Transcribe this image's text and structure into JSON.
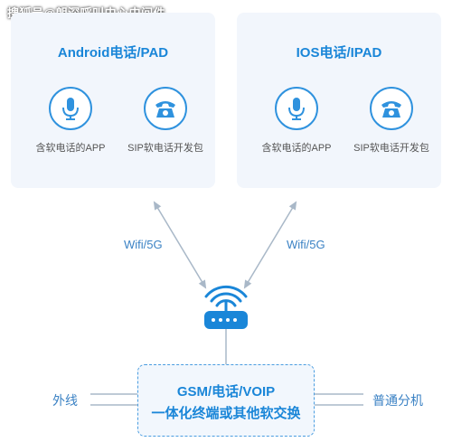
{
  "watermark": "搜狐号@朗深呼叫中心中间件",
  "left_panel": {
    "title": "Android电话/PAD",
    "item1_label": "含软电话的APP",
    "item2_label": "SIP软电话开发包",
    "item1_icon": "microphone-icon",
    "item2_icon": "telephone-icon"
  },
  "right_panel": {
    "title": "IOS电话/IPAD",
    "item1_label": "含软电话的APP",
    "item2_label": "SIP软电话开发包",
    "item1_icon": "microphone-icon",
    "item2_icon": "telephone-icon"
  },
  "links": {
    "left_label": "Wifi/5G",
    "right_label": "Wifi/5G"
  },
  "router": {
    "icon": "wifi-router-icon"
  },
  "core": {
    "line1": "GSM/电话/VOIP",
    "line2": "一体化终端或其他软交换"
  },
  "sides": {
    "left_label": "外线",
    "right_label": "普通分机"
  },
  "colors": {
    "accent": "#1a86d8",
    "panel_bg": "#f2f6fc",
    "line": "#a9b8c8"
  }
}
